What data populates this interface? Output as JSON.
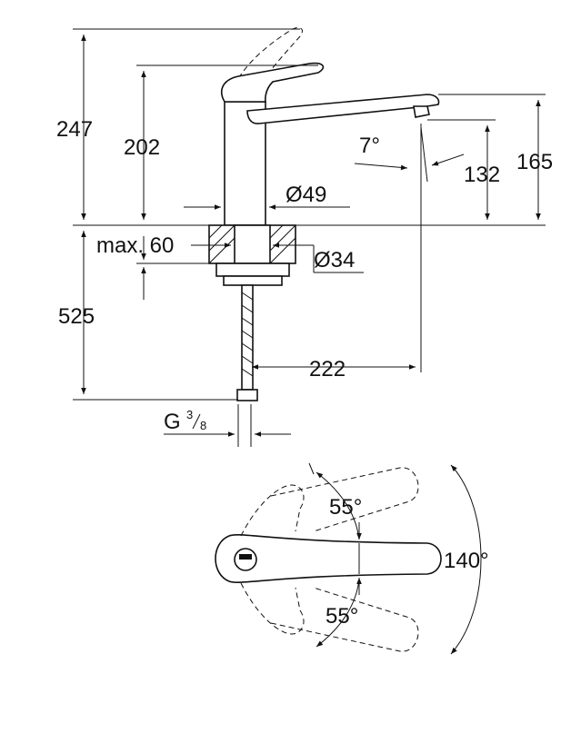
{
  "dimensions": {
    "height_total": "247",
    "height_spout_top": "202",
    "angle_spout": "7°",
    "height_outlet": "132",
    "height_165": "165",
    "dia_base": "Ø49",
    "max_thickness": "max. 60",
    "dia_hole": "Ø34",
    "hose_length": "525",
    "reach": "222",
    "thread_g": "G",
    "thread_num": "3",
    "thread_den": "8"
  },
  "rotation": {
    "angle_upper": "55°",
    "angle_lower": "55°",
    "angle_total": "140°"
  }
}
